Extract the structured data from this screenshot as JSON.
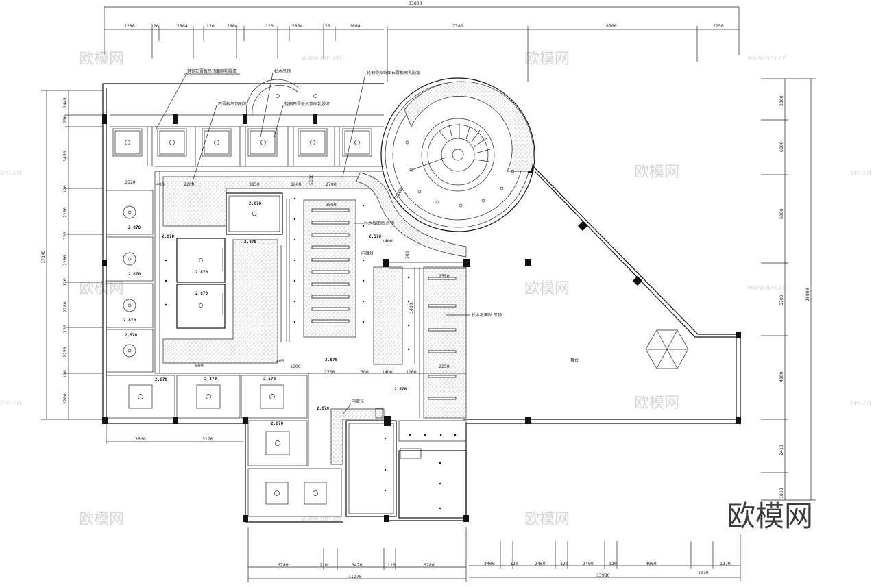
{
  "dimensions": {
    "top_total": "33800",
    "top_row": [
      "2280",
      "120",
      "2864",
      "120",
      "2864",
      "120",
      "2864",
      "120",
      "2864"
    ],
    "top_right": [
      "7380",
      "8700",
      "2250"
    ],
    "left_total": "17345",
    "left_col": [
      "1445",
      "250",
      "3450",
      "120",
      "2280",
      "120",
      "2280",
      "120",
      "2280",
      "120",
      "2250",
      "120",
      "2280"
    ],
    "right_total": "28800",
    "right_col": [
      "2300",
      "6600",
      "6800",
      "5700",
      "4800",
      "2410",
      "1810"
    ],
    "bottom_left": [
      "3780",
      "120",
      "3470",
      "120",
      "3780"
    ],
    "bottom_left_total": "11270",
    "bottom_right": [
      "2400",
      "120",
      "2460",
      "120",
      "2400",
      "120",
      "4060",
      "1010",
      "1270"
    ],
    "bottom_right_total": "13980",
    "inner": [
      "2520",
      "400",
      "2200",
      "3150",
      "1600",
      "2700",
      "1800",
      "1400",
      "500",
      "3600",
      "3170",
      "2700",
      "500",
      "1400",
      "1100",
      "1600",
      "600",
      "400",
      "2250",
      "2550",
      "1400",
      "5500",
      "2800"
    ]
  },
  "heights": {
    "h2870": "2.870",
    "h2570": "2.570",
    "h2670": "2.670"
  },
  "labels": {
    "ann1": "轻钢石膏板吊顶面刷乳胶漆",
    "ann2": "杉木吊顶",
    "ann3": "石膏板吊顶刷漆",
    "ann4": "轻钢石膏板吊顶刷乳胶漆",
    "ann5": "轻钢骨架纸面石膏板刷乳胶漆",
    "ann6": "杉木板面贴 吊顶",
    "ann7": "杉木板面贴 吊顶",
    "ann8": "内藏灯",
    "ann9": "内藏光",
    "stage": "舞台"
  },
  "watermark": {
    "brand": "欧模网",
    "domain": "www.om.cn",
    "domain_short": "om.cn",
    "logo": "欧模网"
  }
}
